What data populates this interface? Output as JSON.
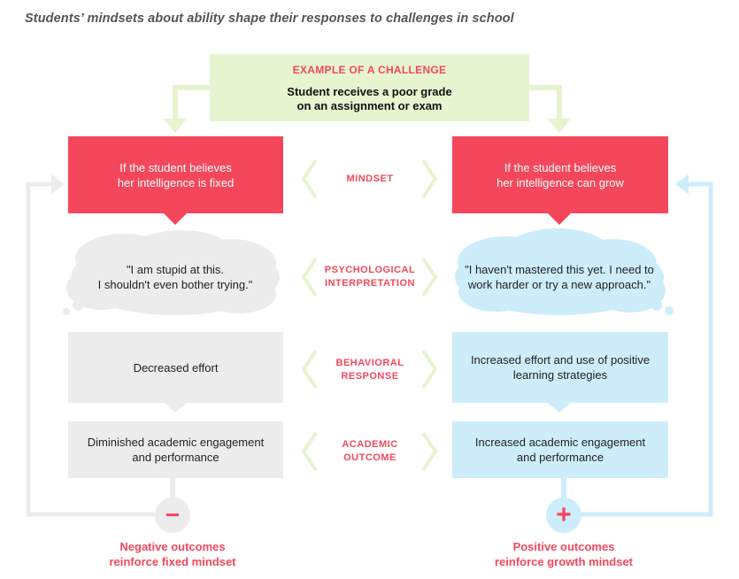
{
  "title": "Students’ mindsets about ability shape their responses to challenges in school",
  "challenge": {
    "header": "EXAMPLE OF A CHALLENGE",
    "text_line1": "Student receives a poor grade",
    "text_line2": "on an assignment or exam"
  },
  "stages": {
    "mindset": "MINDSET",
    "psych_line1": "PSYCHOLOGICAL",
    "psych_line2": "INTERPRETATION",
    "behav_line1": "BEHAVIORAL",
    "behav_line2": "RESPONSE",
    "acad_line1": "ACADEMIC",
    "acad_line2": "OUTCOME"
  },
  "fixed": {
    "mindset_line1": "If the student believes",
    "mindset_line2": "her intelligence is fixed",
    "thought_line1": "\"I am stupid at this.",
    "thought_line2": "I shouldn't even bother trying.\"",
    "behavior": "Decreased effort",
    "outcome_line1": "Diminished academic engagement",
    "outcome_line2": "and performance",
    "sign": "−",
    "loop_line1": "Negative outcomes",
    "loop_line2": "reinforce fixed mindset"
  },
  "growth": {
    "mindset_line1": "If the student believes",
    "mindset_line2": "her intelligence can grow",
    "thought_line1": "\"I haven't mastered this yet. I need to",
    "thought_line2": "work harder or try a new approach.\"",
    "behavior_line1": "Increased effort and use of positive",
    "behavior_line2": "learning strategies",
    "outcome_line1": "Increased academic engagement",
    "outcome_line2": "and performance",
    "sign": "+",
    "loop_line1": "Positive outcomes",
    "loop_line2": "reinforce growth mindset"
  },
  "colors": {
    "accent_red": "#f4475c",
    "challenge_green": "#e6f4cf",
    "fixed_gray": "#ececec",
    "growth_blue": "#cdedfa"
  }
}
